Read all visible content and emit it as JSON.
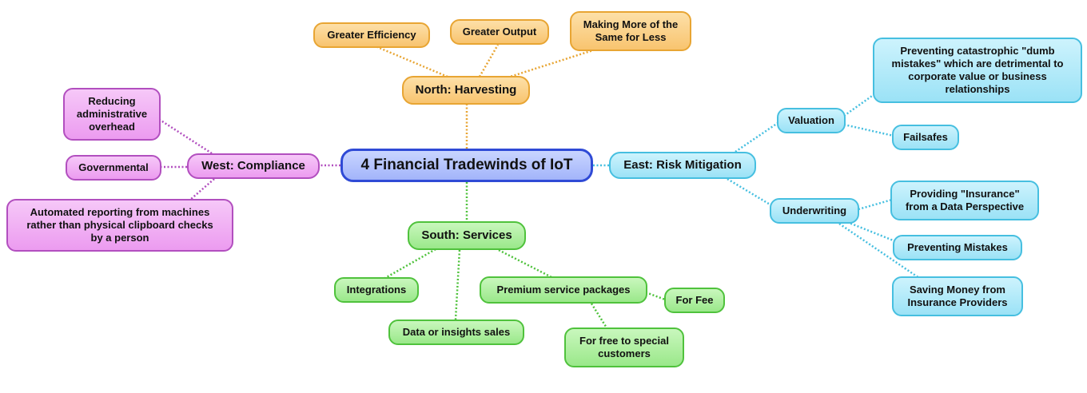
{
  "center": "4 Financial Tradewinds of IoT",
  "north": {
    "label": "North: Harvesting",
    "children": [
      "Greater Efficiency",
      "Greater Output",
      "Making More of the Same for Less"
    ]
  },
  "west": {
    "label": "West: Compliance",
    "children": [
      "Reducing administrative overhead",
      "Governmental",
      "Automated reporting from machines rather than physical clipboard checks by a person"
    ]
  },
  "east": {
    "label": "East: Risk Mitigation",
    "valuation": {
      "label": "Valuation",
      "children": [
        "Preventing catastrophic \"dumb mistakes\" which are detrimental to corporate value or business relationships",
        "Failsafes"
      ]
    },
    "underwriting": {
      "label": "Underwriting",
      "children": [
        "Providing \"Insurance\" from a Data Perspective",
        "Preventing Mistakes",
        "Saving Money from Insurance Providers"
      ]
    }
  },
  "south": {
    "label": "South: Services",
    "children": [
      "Integrations",
      "Data or insights sales"
    ],
    "premium": {
      "label": "Premium service packages",
      "children": [
        "For Fee",
        "For free to special customers"
      ]
    }
  },
  "colors": {
    "north": "#e8a533",
    "west": "#b24fbf",
    "east": "#46bfe0",
    "south": "#4fc23c",
    "center": "#2f4ad6"
  }
}
